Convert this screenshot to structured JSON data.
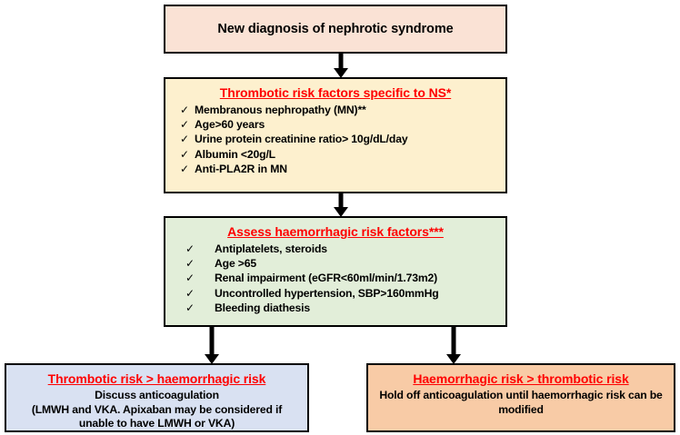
{
  "diagram": {
    "title": "New diagnosis of nephrotic syndrome",
    "colors": {
      "diagnosis_box": "#FAE2D5",
      "thrombotic_box": "#FDF0CE",
      "haemorrhagic_box": "#E2EED9",
      "outcome_thrombotic_box": "#D9E1F2",
      "outcome_haemorrhagic_box": "#F8CBA6",
      "heading_red": "#FF0000",
      "border": "#000000"
    },
    "check_glyph": "✓"
  },
  "box_diagnosis": {
    "title": "New diagnosis of nephrotic syndrome"
  },
  "box_thrombotic": {
    "heading": "Thrombotic risk factors specific to NS*",
    "items": [
      "Membranous nephropathy (MN)**",
      "Age>60 years",
      "Urine protein creatinine ratio> 10g/dL/day",
      "Albumin <20g/L",
      "Anti-PLA2R in MN"
    ]
  },
  "box_haemorrhagic": {
    "heading": "Assess haemorrhagic risk factors***",
    "items": [
      "Antiplatelets, steroids",
      "Age >65",
      "Renal impairment (eGFR<60ml/min/1.73m2)",
      "Uncontrolled hypertension, SBP>160mmHg",
      "Bleeding diathesis"
    ]
  },
  "box_outcome_thrombotic": {
    "heading": "Thrombotic risk > haemorrhagic risk",
    "lines": [
      "Discuss anticoagulation",
      "(LMWH and VKA. Apixaban may be considered if",
      "unable to have LMWH or VKA)"
    ]
  },
  "box_outcome_haemorrhagic": {
    "heading": "Haemorrhagic risk > thrombotic risk",
    "lines": [
      "Hold off anticoagulation until haemorrhagic risk can be",
      "modified"
    ]
  }
}
